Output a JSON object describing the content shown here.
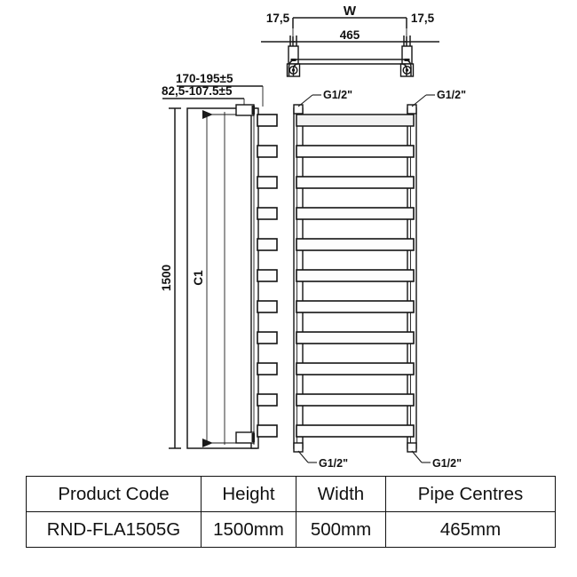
{
  "drawing": {
    "title_views": {
      "top_view": "top-view-plan",
      "side_view": "side-view-left",
      "front_view": "front-view-elevation"
    },
    "top_view": {
      "overall_label": "W",
      "pipe_centres": "465",
      "left_offset": "17,5",
      "right_offset": "17,5"
    },
    "side_view": {
      "projection_upper": "170-195±5",
      "projection_lower": "82,5-107.5±5",
      "height_dim": "1500",
      "centre_dim": "C1",
      "bar_count": 11
    },
    "front_view": {
      "bar_count": 11,
      "connection_top_left": "G1/2\"",
      "connection_top_right": "G1/2\"",
      "connection_bottom_left": "G1/2\"",
      "connection_bottom_right": "G1/2\""
    }
  },
  "spec_table": {
    "headers": [
      "Product Code",
      "Height",
      "Width",
      "Pipe Centres"
    ],
    "rows": [
      [
        "RND-FLA1505G",
        "1500mm",
        "500mm",
        "465mm"
      ]
    ]
  },
  "colors": {
    "line": "#1a1a1a",
    "fill": "#ffffff",
    "bar_fill": "#fdfdfd",
    "text": "#111111"
  }
}
